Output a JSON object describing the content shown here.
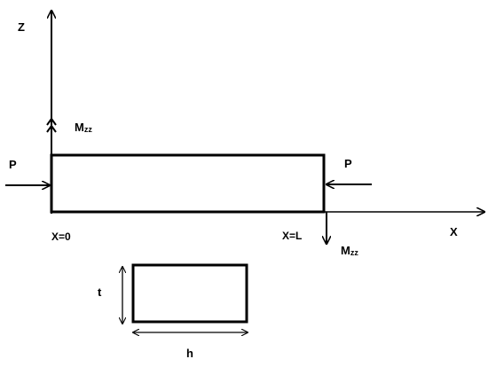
{
  "axes": {
    "z_label": "Z",
    "x_label": "X"
  },
  "forces": {
    "left_label": "P",
    "right_label": "P"
  },
  "moments": {
    "left": {
      "main": "M",
      "sub": "zz"
    },
    "right": {
      "main": "M",
      "sub": "zz"
    }
  },
  "positions": {
    "start_label": "X=0",
    "end_label": "X=L"
  },
  "cross_section": {
    "thickness_label": "t",
    "width_label": "h"
  },
  "colors": {
    "stroke": "#000000",
    "background": "#ffffff"
  }
}
